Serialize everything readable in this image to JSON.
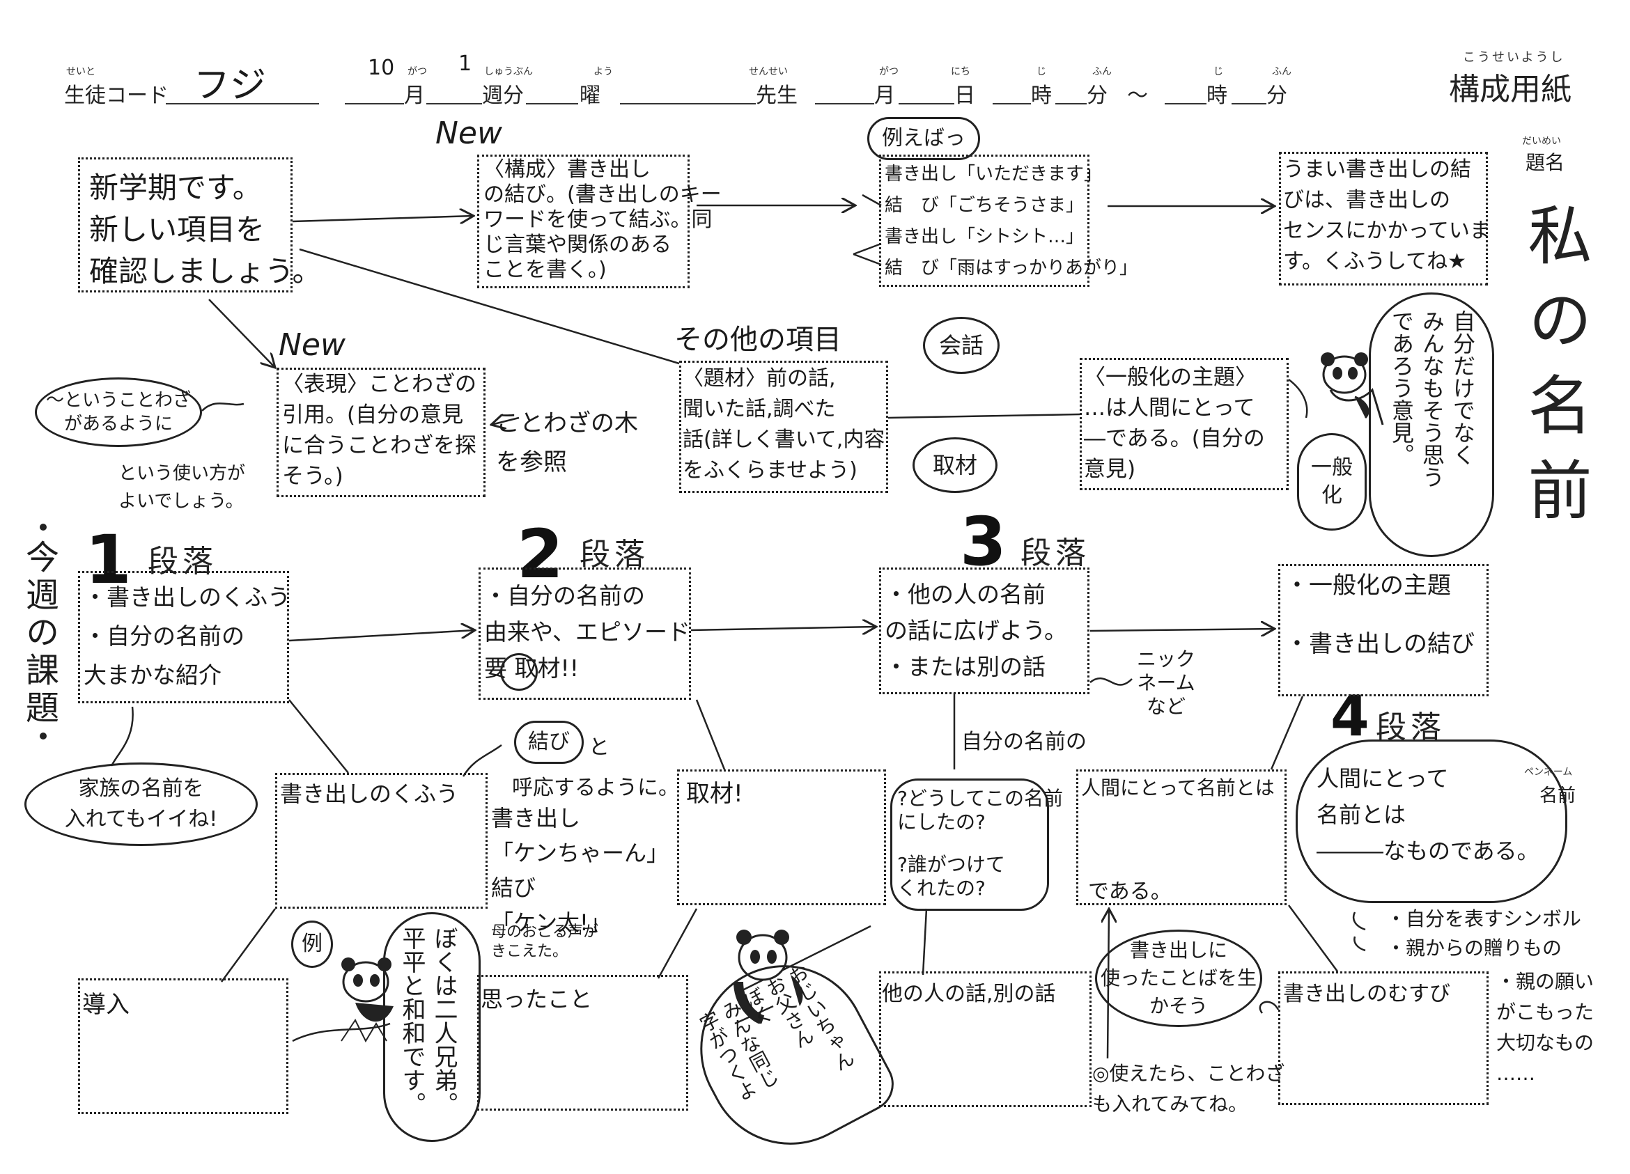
{
  "header": {
    "student_code_label": "生徒コード",
    "student_code_ruby": "せいと",
    "student_code_value": "フジ",
    "month_value": "10",
    "month_label": "月",
    "month_ruby": "がつ",
    "week_value": "1",
    "week_label": "週分",
    "week_ruby": "しゅうぶん",
    "day_label": "曜",
    "day_ruby": "よう",
    "teacher_label": "先生",
    "teacher_ruby": "せんせい",
    "date_month": "月",
    "date_month_ruby": "がつ",
    "date_day": "日",
    "date_day_ruby": "にち",
    "hour1": "時",
    "hour1_ruby": "じ",
    "min1": "分",
    "min1_ruby": "ふん",
    "tilde": "〜",
    "hour2": "時",
    "hour2_ruby": "じ",
    "min2": "分",
    "min2_ruby": "ふん",
    "form_title": "構成用紙",
    "form_title_ruby": "こうせいようし"
  },
  "title_section": {
    "label": "題名",
    "label_ruby": "だいめい",
    "title": "私の名前"
  },
  "penname": {
    "label": "名前",
    "ruby": "ペンネーム"
  },
  "top_row": {
    "intro_box": "新学期です。\n新しい項目を\n確認しましょう。",
    "new_label_1": "New",
    "kousei_box": "〈構成〉書き出し\nの結び。(書き出しのキー\nワードを使って結ぶ。同\nじ言葉や関係のある\nことを書く。)",
    "tatoeba_bubble": "例えばっ",
    "example_box": "書き出し「いただきます」\n結　び「ごちそうさま」\n書き出し「シトシト…」\n結　び「雨はすっかりあがり」",
    "tip_box": "うまい書き出しの結\nびは、書き出しの\nセンスにかかっていま\nす。くふうしてね★"
  },
  "middle_row": {
    "new_label_2": "New",
    "proverb_bubble": "〜ということわざ\nがあるように",
    "proverb_usage": "という使い方が\nよいでしょう。",
    "hyogen_box": "〈表現〉ことわざの\n引用。(自分の意見\nに合うことわざを探\nそう。)",
    "kotowaza_ref": "ことわざの木\nを参照",
    "other_items_label": "その他の項目",
    "daizai_box": "〈題材〉前の話,\n聞いた話,調べた\n話(詳しく書いて,内容\nをふくらませよう)",
    "kaiwa_bubble": "会話",
    "shuzai_bubble": "取材",
    "ippanka_box": "〈一般化の主題〉\n…は人間にとって\n―である。(自分の\n意見)",
    "ippanka_bubble": "一般\n化",
    "panda_speech": "自分だけでなく\nみんなもそう思う\nであろう意見。"
  },
  "weekly_task": "今週の課題",
  "paragraphs": [
    {
      "num": "1",
      "label": "段落",
      "main": "・書き出しのくふう\n・自分の名前の\n大まかな紹介",
      "sub_box": "書き出しのくふう",
      "bottom_box": "導入"
    },
    {
      "num": "2",
      "label": "段落",
      "main": "・自分の名前の\n由来や、エピソード\n要 取材!!",
      "sub_box": "取材!",
      "bottom_box": "思ったこと"
    },
    {
      "num": "3",
      "label": "段落",
      "main": "・他の人の名前\nの話に広げよう。\n・または別の話",
      "sub_box_top": "?どうしてこの名前\nにしたの?",
      "sub_box_bottom": "?誰がつけて\nくれたの?",
      "bottom_box": "他の人の話,別の話"
    },
    {
      "num": "4",
      "label": "段落",
      "main": "・一般化の主題\n\n・書き出しの結び",
      "sub_box_top": "人間にとって名前とは",
      "sub_box_bottom": "である。",
      "bottom_box": "書き出しのむすび"
    }
  ],
  "annotations": {
    "family_bubble": "家族の名前を\n入れてもイイね!",
    "musubi_bubble": "結び",
    "koou": "と\n呼応するように。",
    "ken_example": "書き出し\n「ケンちゃーん」\n結び\n「ケン太!」",
    "ken_note": "母のおこる声が\nきこえた。",
    "rei_bubble": "例",
    "brothers_speech": "ぼくは二人兄弟。\n平平と和和です。",
    "grandpa_speech": "おじいちゃん\nお父さん\nぼく\nみんな同じ\n字がつくよ",
    "nickname": "ニック\nネーム\nなど",
    "own_name": "自分の名前の",
    "kakidashi_bubble": "書き出しに\n使ったことばを生かそう",
    "proverb_tip": "◎使えたら、ことわざ\nも入れてみてね。",
    "ningen_bubble": "人間にとって\n名前とは\n―――なものである。",
    "points": [
      "・自分を表すシンボル",
      "・親からの贈りもの",
      "・親の願い\nがこもった\n大切なもの\n……"
    ]
  }
}
